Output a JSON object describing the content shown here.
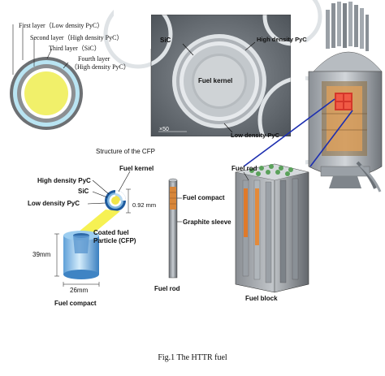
{
  "cfp_layers": {
    "first": "First layer（Low density PyC）",
    "second": "Second layer（High density PyC）",
    "third": "Third layer（SiC）",
    "fourth_line1": "Fourth layer",
    "fourth_line2": "（High density PyC）"
  },
  "micrograph": {
    "sic": "SiC",
    "high_density": "High density PyC",
    "fuel_kernel": "Fuel kernel",
    "low_density": "Low density PyC",
    "scale": "×50"
  },
  "structure_caption": "Structure of the CFP",
  "particle": {
    "fuel_kernel": "Fuel kernel",
    "high_density": "High density PyC",
    "sic": "SiC",
    "low_density": "Low density PyC",
    "diameter": "0.92",
    "diameter_unit": "mm",
    "name_line1": "Coated fuel",
    "name_line2": "Particle (CFP)"
  },
  "compact": {
    "height": "39mm",
    "width": "26mm",
    "label": "Fuel compact"
  },
  "fuel_rod": {
    "fuel_compact": "Fuel compact",
    "graphite_sleeve": "Graphite sleeve",
    "label": "Fuel rod"
  },
  "fuel_block": {
    "fuel_rod": "Fuel rod",
    "label": "Fuel block"
  },
  "figure_caption": "Fig.1 The HTTR fuel"
}
